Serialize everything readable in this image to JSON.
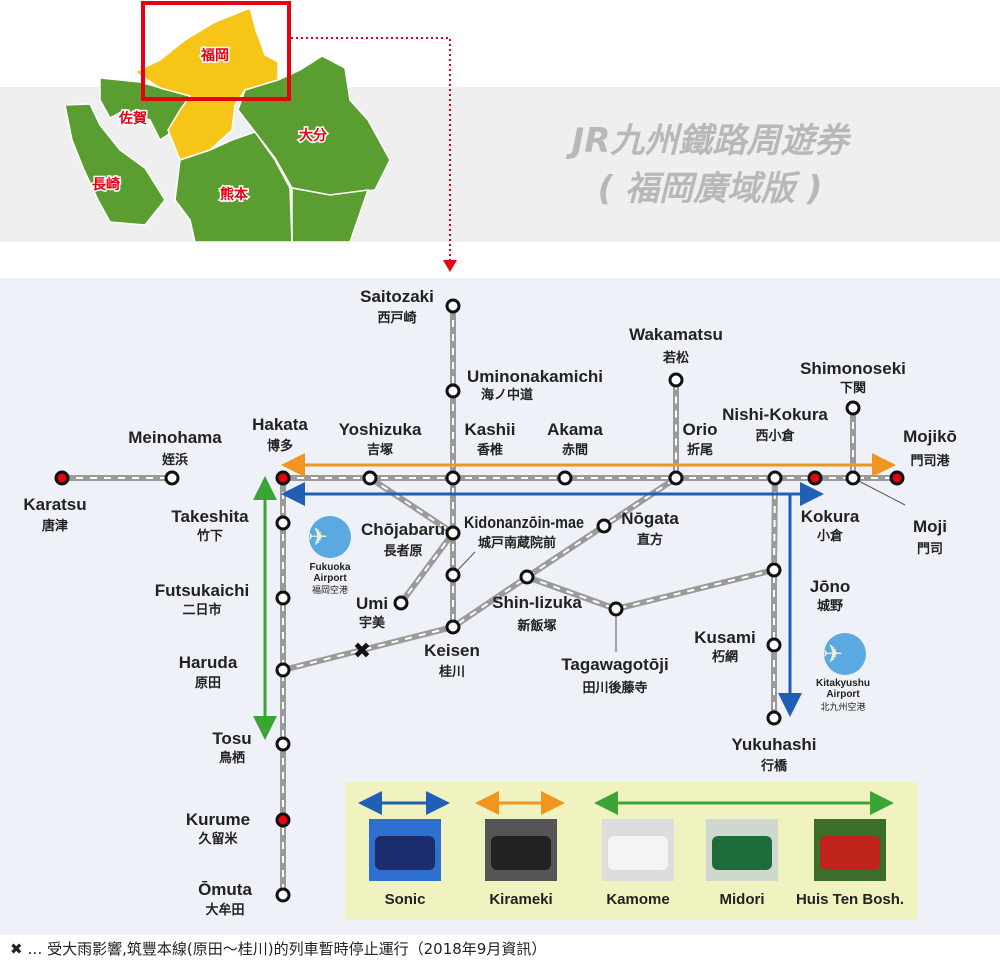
{
  "title": {
    "line1": "JR九州鐵路周遊券",
    "line2": "( 福岡廣域版 )"
  },
  "prefectures": {
    "fukuoka": "福岡",
    "saga": "佐賀",
    "nagasaki": "長崎",
    "kumamoto": "熊本",
    "oita": "大分"
  },
  "colors": {
    "highlight": "#f5c518",
    "region": "#5a9e32",
    "accent_red": "#e60012",
    "sonic": "#1f5fb5",
    "kirameki": "#f0961e",
    "kamome": "#3aa535"
  },
  "stations": {
    "saitozaki": {
      "en": "Saitozaki",
      "zh": "西戸崎"
    },
    "uminonakamichi": {
      "en": "Uminonakamichi",
      "zh": "海ノ中道"
    },
    "wakamatsu": {
      "en": "Wakamatsu",
      "zh": "若松"
    },
    "shimonoseki": {
      "en": "Shimonoseki",
      "zh": "下関"
    },
    "meinohama": {
      "en": "Meinohama",
      "zh": "姪浜"
    },
    "karatsu": {
      "en": "Karatsu",
      "zh": "唐津"
    },
    "hakata": {
      "en": "Hakata",
      "zh": "博多"
    },
    "yoshizuka": {
      "en": "Yoshizuka",
      "zh": "吉塚"
    },
    "kashii": {
      "en": "Kashii",
      "zh": "香椎"
    },
    "akama": {
      "en": "Akama",
      "zh": "赤間"
    },
    "orio": {
      "en": "Orio",
      "zh": "折尾"
    },
    "nishikokura": {
      "en": "Nishi-Kokura",
      "zh": "西小倉"
    },
    "kokura": {
      "en": "Kokura",
      "zh": "小倉"
    },
    "moji": {
      "en": "Moji",
      "zh": "門司"
    },
    "mojiko": {
      "en": "Mojikō",
      "zh": "門司港"
    },
    "takeshita": {
      "en": "Takeshita",
      "zh": "竹下"
    },
    "futsukaichi": {
      "en": "Futsukaichi",
      "zh": "二日市"
    },
    "haruda": {
      "en": "Haruda",
      "zh": "原田"
    },
    "tosu": {
      "en": "Tosu",
      "zh": "鳥栖"
    },
    "kurume": {
      "en": "Kurume",
      "zh": "久留米"
    },
    "omuta": {
      "en": "Ōmuta",
      "zh": "大牟田"
    },
    "chojabaru": {
      "en": "Chōjabaru",
      "zh": "長者原"
    },
    "kidonanzoin": {
      "en": "Kidonanzōin-mae",
      "zh": "城戸南蔵院前"
    },
    "umi": {
      "en": "Umi",
      "zh": "宇美"
    },
    "keisen": {
      "en": "Keisen",
      "zh": "桂川"
    },
    "shiniizuka": {
      "en": "Shin-Iizuka",
      "zh": "新飯塚"
    },
    "nogata": {
      "en": "Nōgata",
      "zh": "直方"
    },
    "tagawagotoji": {
      "en": "Tagawagotōji",
      "zh": "田川後藤寺"
    },
    "jono": {
      "en": "Jōno",
      "zh": "城野"
    },
    "kusami": {
      "en": "Kusami",
      "zh": "朽網"
    },
    "yukuhashi": {
      "en": "Yukuhashi",
      "zh": "行橋"
    }
  },
  "airports": {
    "fukuoka": {
      "en1": "Fukuoka",
      "en2": "Airport",
      "zh": "福岡空港"
    },
    "kitakyushu": {
      "en1": "Kitakyushu",
      "en2": "Airport",
      "zh": "北九州空港"
    }
  },
  "legend": [
    {
      "name": "Sonic",
      "color": "#1f5fb5"
    },
    {
      "name": "Kirameki",
      "color": "#f0961e"
    },
    {
      "name": "Kamome",
      "color": "#3aa535"
    },
    {
      "name": "Midori",
      "color": "#3aa535"
    },
    {
      "name": "Huis Ten Bosh.",
      "color": "#3aa535"
    }
  ],
  "footnote": {
    "mark": "✖",
    "text": "… 受大雨影響,筑豐本線(原田～桂川)的列車暫時停止運行（2018年9月資訊）"
  }
}
